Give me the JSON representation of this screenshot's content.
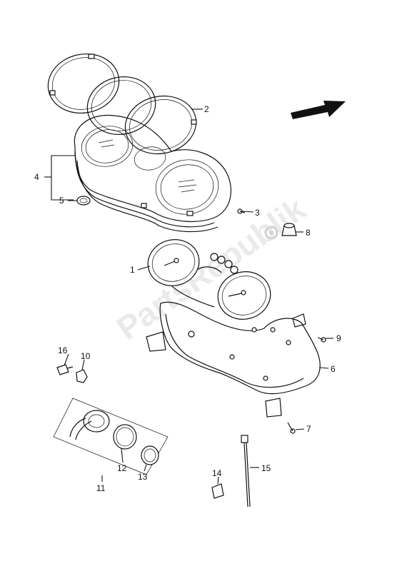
{
  "watermark": "PartsRepublik",
  "callouts": {
    "c1": "1",
    "c2": "2",
    "c3": "3",
    "c4": "4",
    "c5": "5",
    "c6": "6",
    "c7": "7",
    "c8": "8",
    "c9": "9",
    "c10": "10",
    "c11": "11",
    "c12": "12",
    "c13": "13",
    "c14": "14",
    "c15": "15",
    "c16": "16"
  },
  "icons": {
    "direction_arrow": "arrow-right-up-icon",
    "watermark_gear": "gear-icon"
  }
}
